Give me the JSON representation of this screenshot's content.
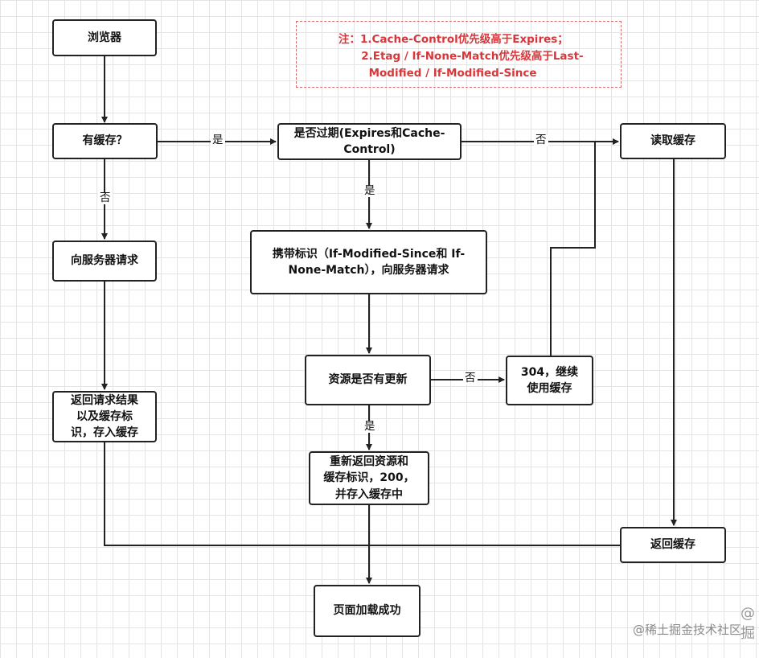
{
  "note": {
    "lines": [
      "注：1.Cache-Control优先级高于Expires；",
      "      2.Etag / If-None-Match优先级高于Last-",
      "        Modified / If-Modified-Since"
    ]
  },
  "nodes": {
    "browser": "浏览器",
    "has_cache": "有缓存？",
    "expired": "是否过期(Expires和Cache-\nControl)",
    "read_cache": "读取缓存",
    "request_server": "向服务器请求",
    "carry_identifier": "携带标识（If-Modified-Since和 If-\nNone-Match），向服务器请求",
    "return_result": "返回请求结果\n以及缓存标\n识，存入缓存",
    "resource_updated": "资源是否有更新",
    "status_304": "304，继续\n使用缓存",
    "return_new": "重新返回资源和\n缓存标识，200，\n并存入缓存中",
    "return_cache": "返回缓存",
    "page_loaded": "页面加载成功"
  },
  "edge_labels": {
    "yes_expired": "是",
    "no_read": "否",
    "no_request": "否",
    "yes_carry": "是",
    "no_304": "否",
    "yes_new": "是"
  },
  "watermark": "@稀土掘金技术社区",
  "watermark_fragment": "@掘"
}
